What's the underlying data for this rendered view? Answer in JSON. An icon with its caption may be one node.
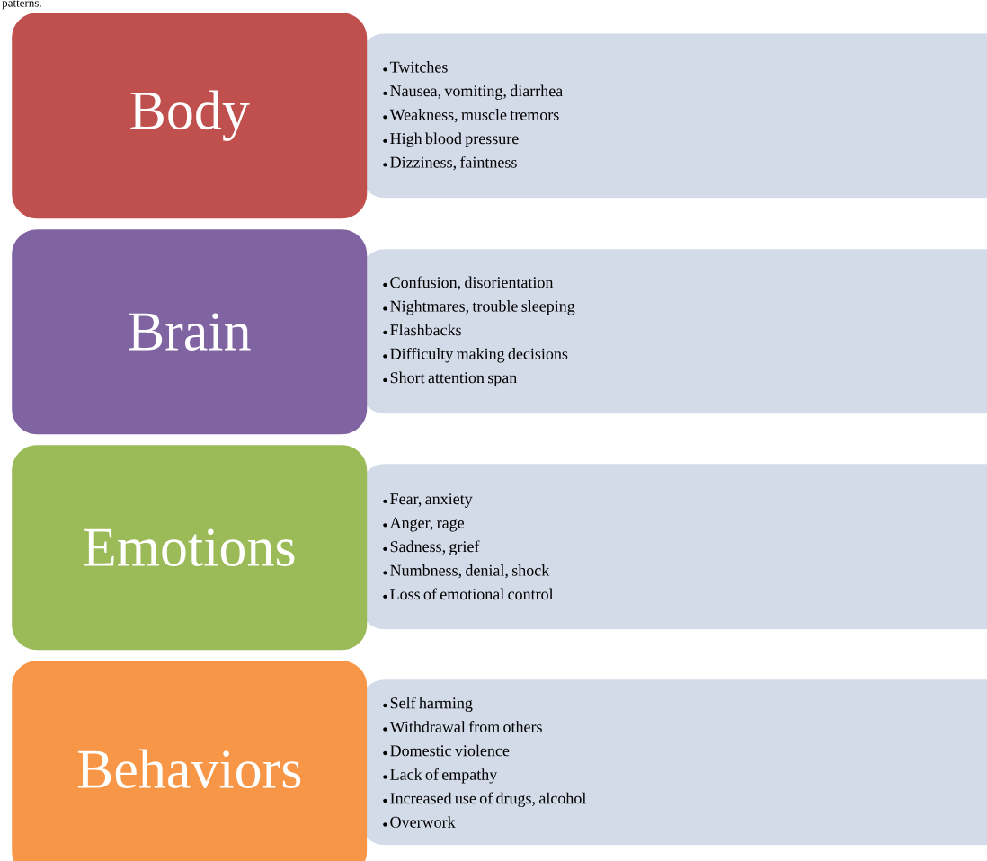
{
  "diagram": {
    "nodes": [
      {
        "text": [
          "Body"
        ]
      },
      {
        "text": [
          "Twitches",
          "Nausea, vomiting, diarrhea",
          "Weakness, muscle tremors",
          "High blood pressure",
          "Dizziness, faintness"
        ]
      },
      {
        "text": [
          "Brain"
        ]
      },
      {
        "text": [
          "Confusion, disorientation",
          "Nightmares, trouble sleeping",
          "Flashbacks",
          "Difficulty making decisions",
          "Short attention span"
        ]
      },
      {
        "text": [
          "Emotions"
        ]
      },
      {
        "text": [
          "Fear, anxiety",
          "Anger, rage",
          "Sadness, grief",
          "Numbness, denial, shock",
          "Loss of emotional control"
        ]
      },
      {
        "text": [
          "Behaviors"
        ]
      },
      {
        "text": [
          "Self harming",
          "Withdrawal from others",
          "Domestic violence",
          "Lack of empathy",
          "Increased use of drugs, alcohol",
          "Overwork"
        ]
      }
    ],
    "labels": [
      "patterns."
    ]
  }
}
